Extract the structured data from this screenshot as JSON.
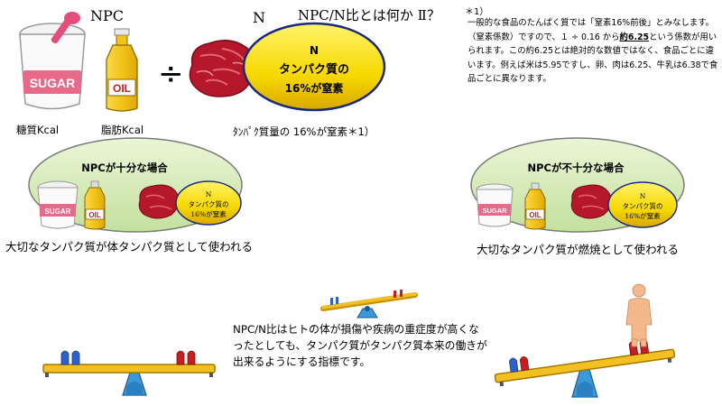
{
  "title": "NPC/N比とは何か Ⅱ？",
  "title_note": "＊1）",
  "npc_label": "NPC",
  "n_label": "N",
  "divide_symbol": "÷",
  "protein_ellipse": {
    "line1": "N",
    "line2": "タンパク質の",
    "line3": "16%が窒素"
  },
  "definition": {
    "part1": "一般的な食品のたんぱく質では「窒素16%前後」とみなします。（窒素係数）ですので、１ ÷ 0.16 から",
    "emphasis": "約6.25",
    "part2": "という係数が用いられます。この約6.25とは絶対的な数値ではなく、食品ごとに違います。例えば米は5.95ですし、卵、肉は6.25、牛乳は6.38で食品ごとに異なります。"
  },
  "captions": {
    "sugar": "糖質Kcal",
    "fat": "脂肪Kcal",
    "protein": "ﾀﾝﾊﾟｸ質量の 16%が窒素＊1）"
  },
  "icons": {
    "sugar_label": "SUGAR",
    "oil_label": "OIL"
  },
  "left_case": {
    "title": "NPCが十分な場合",
    "mini_ellipse": {
      "line1": "N",
      "line2": "タンパク質の",
      "line3": "16%が窒素"
    },
    "result": "大切なタンパク質が体タンパク質として使われる"
  },
  "right_case": {
    "title": "NPCが不十分な場合",
    "mini_ellipse": {
      "line1": "N",
      "line2": "タンパク質の",
      "line3": "16%が窒素"
    },
    "result": "大切なタンパク質が燃焼として使われる"
  },
  "explanation": "NPC/N比はヒトの体が損傷や疾病の重症度が高くなったとしても、タンパク質がタンパク質本来の働きが出来るようにする指標です。",
  "colors": {
    "yellow_ellipse": "#f6d800",
    "green_ellipse": "#d4ecb0",
    "meat": "#b4182a",
    "oil": "#f2c318",
    "seesaw_board": "#f2c020",
    "seesaw_pivot": "#3a9ad9",
    "blue_weight": "#3060c8",
    "red_weight": "#c42020",
    "human": "#f5b88a"
  }
}
